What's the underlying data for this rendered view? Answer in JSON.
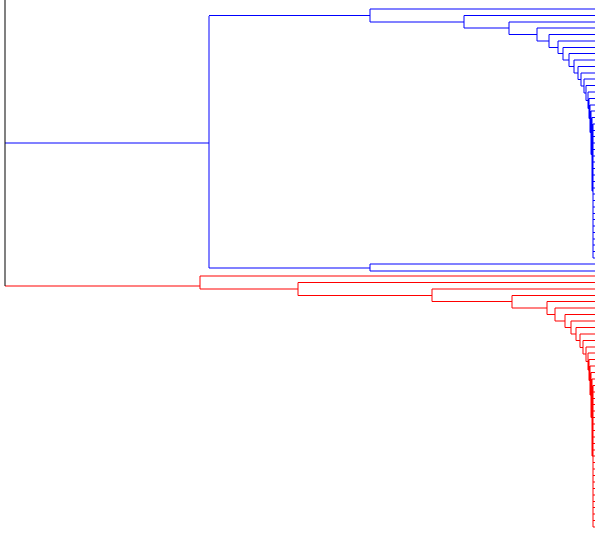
{
  "diagram": {
    "type": "dendrogram",
    "orientation": "horizontal",
    "colors": {
      "root": "#000000",
      "cluster_a": "#0000ff",
      "cluster_b": "#ff0000"
    },
    "clusters": [
      {
        "id": "cluster-a",
        "color_key": "cluster_a",
        "leaf_count": 40
      },
      {
        "id": "cluster-b",
        "color_key": "cluster_b",
        "leaf_count": 40
      }
    ]
  }
}
